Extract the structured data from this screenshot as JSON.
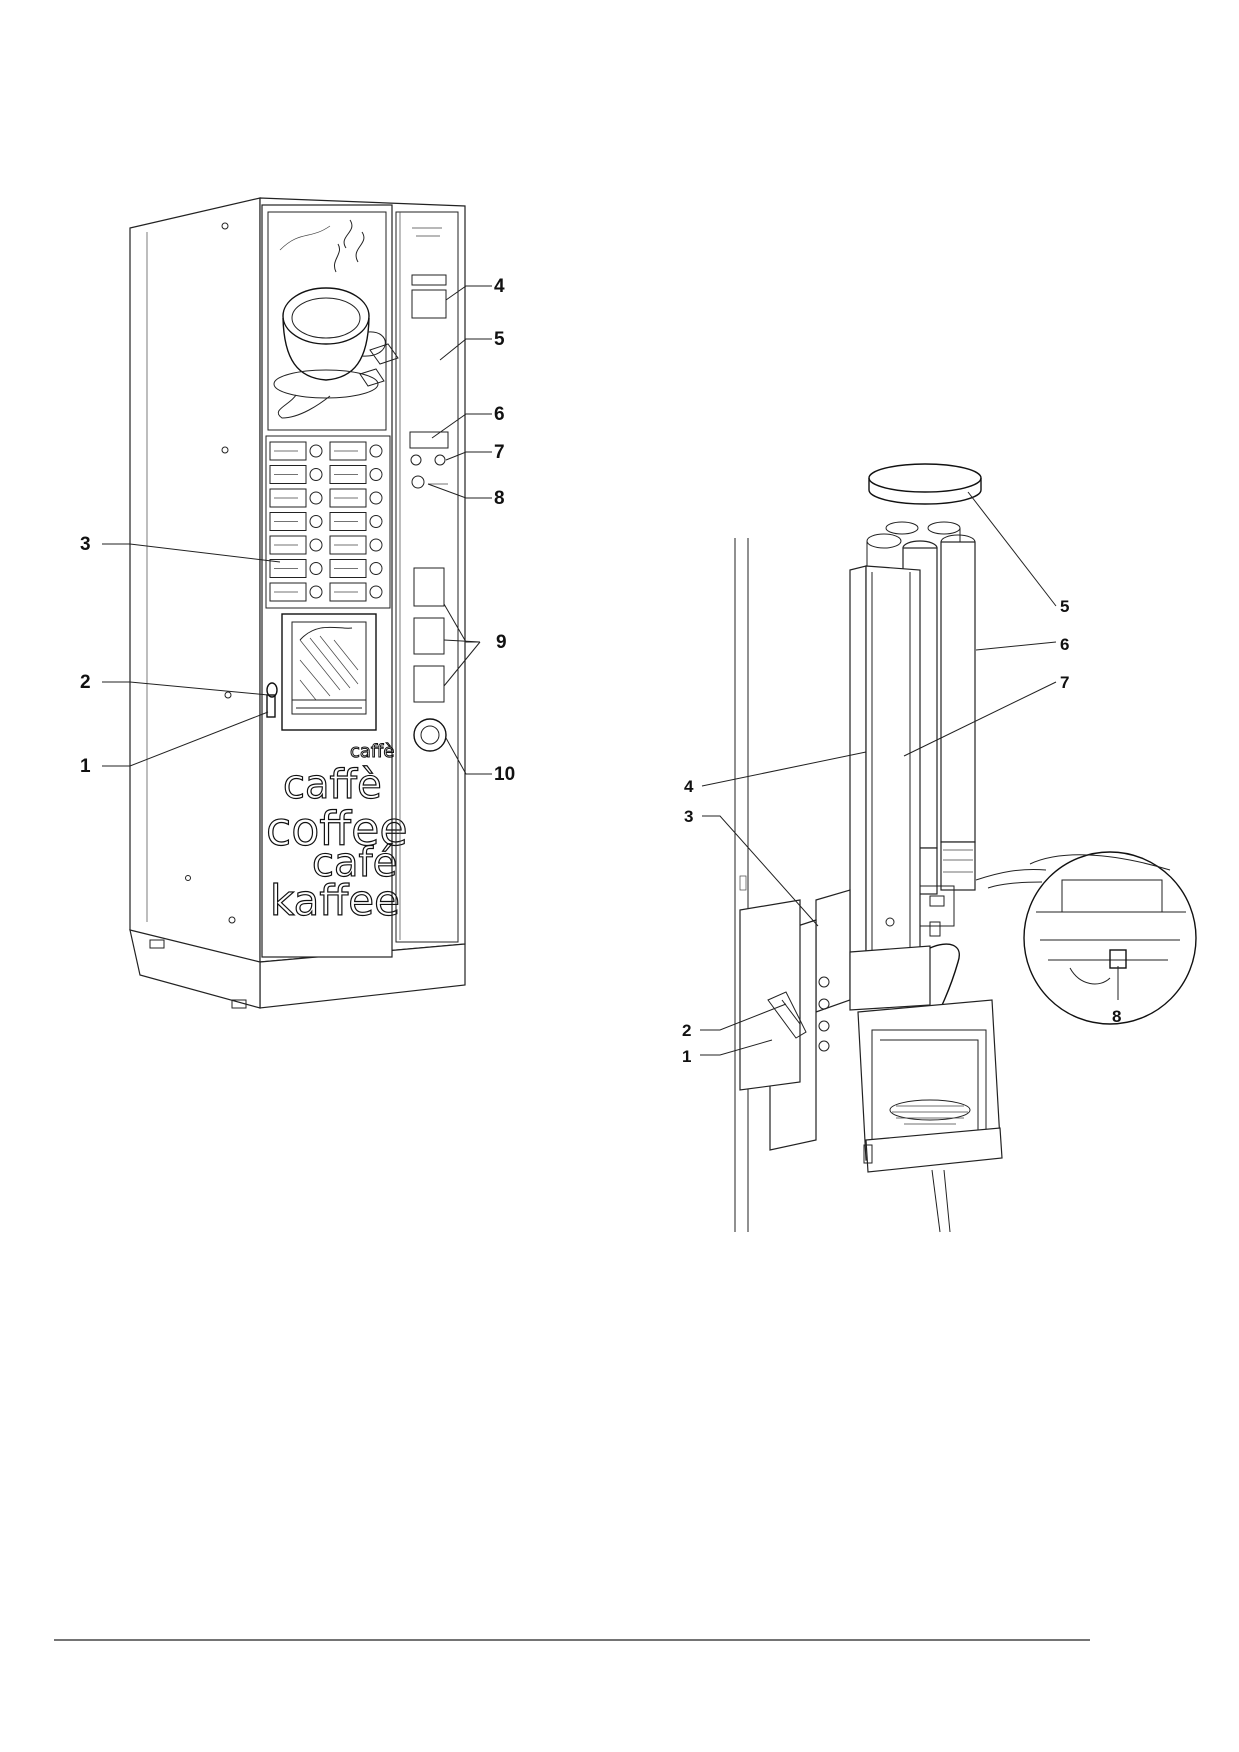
{
  "vending_machine": {
    "callouts": [
      "1",
      "2",
      "3",
      "4",
      "5",
      "6",
      "7",
      "8",
      "9",
      "10"
    ],
    "door_words": [
      "caffè",
      "caffè",
      "coffee",
      "café",
      "kaffee"
    ]
  },
  "cup_dispenser": {
    "callouts": [
      "1",
      "2",
      "3",
      "4",
      "5",
      "6",
      "7",
      "8"
    ]
  }
}
